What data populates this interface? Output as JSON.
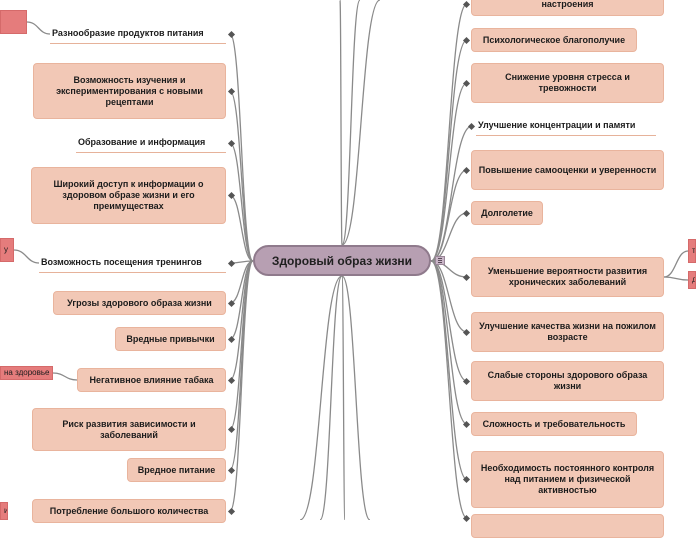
{
  "center": {
    "label": "Здоровый образ жизни",
    "menu_icon": "list-icon"
  },
  "left": {
    "nodes": [
      {
        "id": "diversity",
        "label": "Разнообразие продуктов питания"
      },
      {
        "id": "explore",
        "label": "Возможность изучения и экспериментирования с новыми рецептами"
      },
      {
        "id": "education",
        "label": "Образование и информация"
      },
      {
        "id": "access",
        "label": "Широкий доступ к информации о здоровом образе жизни и его преимуществах"
      },
      {
        "id": "trainings",
        "label": "Возможность посещения тренингов"
      },
      {
        "id": "threats",
        "label": "Угрозы здорового образа жизни"
      },
      {
        "id": "habits",
        "label": "Вредные привычки"
      },
      {
        "id": "tobacco",
        "label": "Негативное влияние табака"
      },
      {
        "id": "addiction",
        "label": "Риск развития зависимости и заболеваний"
      },
      {
        "id": "badfood",
        "label": "Вредное питание"
      },
      {
        "id": "consumption",
        "label": "Потребление большого количества"
      }
    ],
    "tags": [
      {
        "id": "tag-top",
        "label": ""
      },
      {
        "id": "tag-mid",
        "label": "у"
      },
      {
        "id": "tag-health",
        "label": "на здоровье"
      },
      {
        "id": "tag-bottom",
        "label": "и"
      }
    ]
  },
  "right": {
    "nodes": [
      {
        "id": "mood",
        "label": "настроения"
      },
      {
        "id": "psych",
        "label": "Психологическое благополучие"
      },
      {
        "id": "stress",
        "label": "Снижение уровня стресса и тревожности"
      },
      {
        "id": "focus",
        "label": "Улучшение концентрации и памяти"
      },
      {
        "id": "esteem",
        "label": "Повышение самооценки и уверенности"
      },
      {
        "id": "longevity",
        "label": "Долголетие"
      },
      {
        "id": "chronic",
        "label": "Уменьшение вероятности развития хронических заболеваний"
      },
      {
        "id": "elderly",
        "label": "Улучшение качества жизни на пожилом возрасте"
      },
      {
        "id": "weak",
        "label": "Слабые стороны здорового образа жизни"
      },
      {
        "id": "complexity",
        "label": "Сложность и требовательность"
      },
      {
        "id": "control",
        "label": "Необходимость постоянного контроля над питанием и физической активностью"
      }
    ],
    "tags": [
      {
        "id": "tag-right-1",
        "label": "т з"
      },
      {
        "id": "tag-right-2",
        "label": "д"
      }
    ]
  }
}
